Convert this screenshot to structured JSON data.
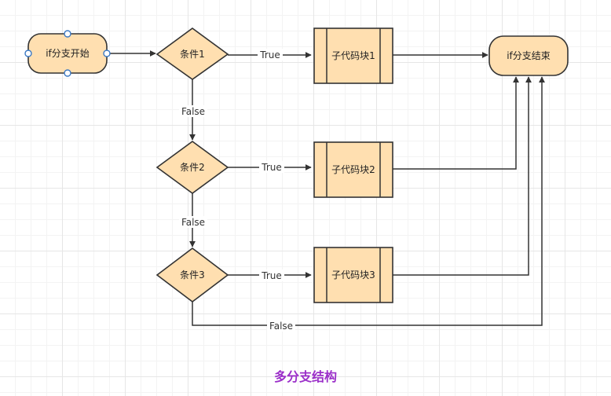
{
  "diagram": {
    "title": "多分支结构",
    "nodes": {
      "start": "if分支开始",
      "cond1": "条件1",
      "cond2": "条件2",
      "cond3": "条件3",
      "block1": "子代码块1",
      "block2": "子代码块2",
      "block3": "子代码块3",
      "end": "if分支结束"
    },
    "edge_labels": {
      "true1": "True",
      "true2": "True",
      "true3": "True",
      "false1": "False",
      "false2": "False",
      "false3": "False"
    }
  },
  "colors": {
    "node_fill": "#ffdfb0",
    "stroke": "#333333",
    "title": "#9b2fc9",
    "handle": "#3a78c3"
  }
}
